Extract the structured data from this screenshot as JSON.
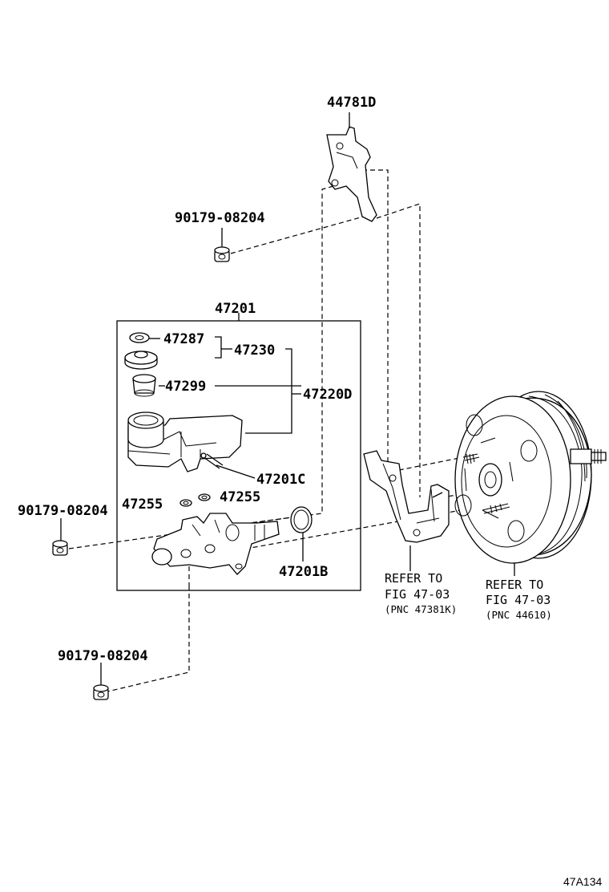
{
  "diagram": {
    "labels": {
      "p44781d": "44781D",
      "p90179_top": "90179-08204",
      "p47201": "47201",
      "p47287": "47287",
      "p47230": "47230",
      "p47299": "47299",
      "p47220d": "47220D",
      "p47201c": "47201C",
      "p47255_a": "47255",
      "p47255_b": "47255",
      "p90179_mid": "90179-08204",
      "p47201b": "47201B",
      "p90179_bot": "90179-08204",
      "ref1_line1": "REFER TO",
      "ref1_line2": "FIG 47-03",
      "ref1_line3": "(PNC 47381K)",
      "ref2_line1": "REFER TO",
      "ref2_line2": "FIG 47-03",
      "ref2_line3": "(PNC 44610)",
      "figure_id": "47A134"
    }
  }
}
